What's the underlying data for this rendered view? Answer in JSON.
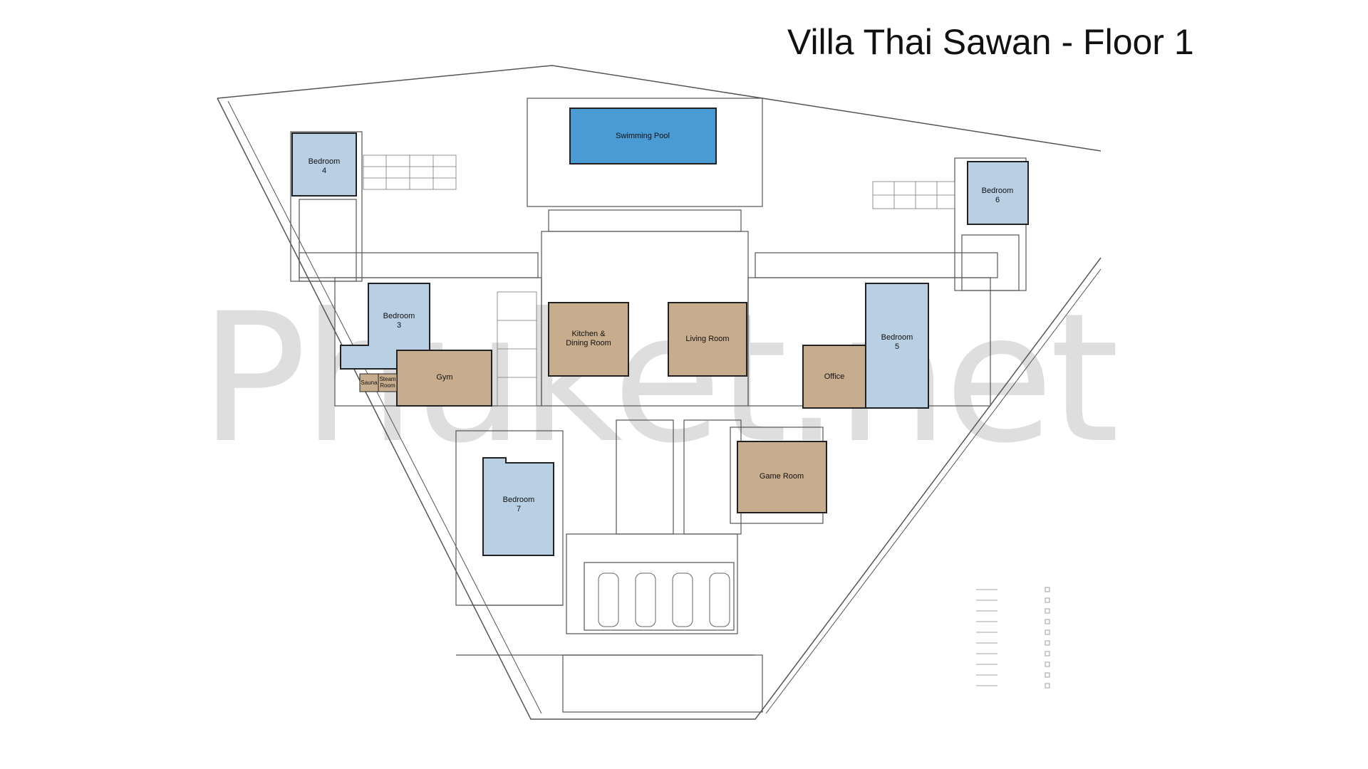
{
  "title": "Villa Thai Sawan - Floor 1",
  "watermark": "Phuket.net",
  "colors": {
    "bedroom": "#b9cfe3",
    "living": "#c7ad8d",
    "pool": "#4a9ad4",
    "line": "#555555",
    "watermark": "#d4d4d4"
  },
  "rooms": {
    "swimming_pool": "Swimming Pool",
    "bedroom_4": [
      "Bedroom",
      "4"
    ],
    "bedroom_6": [
      "Bedroom",
      "6"
    ],
    "bedroom_3": [
      "Bedroom",
      "3"
    ],
    "bedroom_5": [
      "Bedroom",
      "5"
    ],
    "bedroom_7": [
      "Bedroom",
      "7"
    ],
    "kitchen": [
      "Kitchen &",
      "Dining Room"
    ],
    "living_room": "Living Room",
    "gym": "Gym",
    "sauna": "Sauna",
    "steam_room": [
      "Steam",
      "Room"
    ],
    "office": "Office",
    "game_room": "Game Room"
  }
}
